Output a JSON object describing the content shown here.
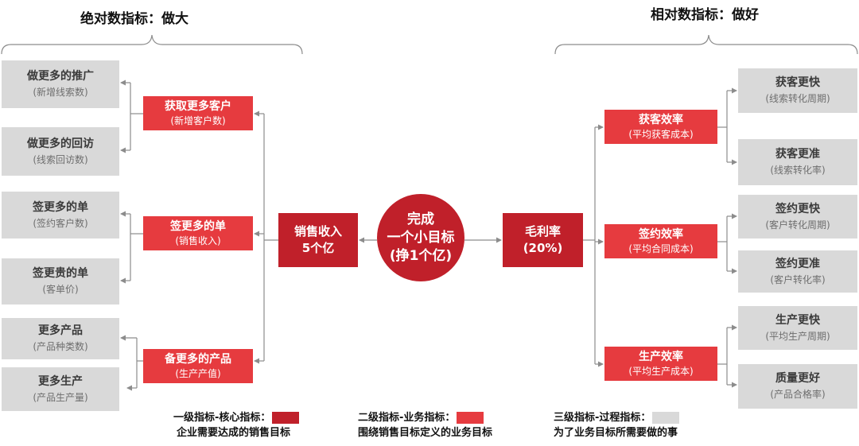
{
  "headings": {
    "left": "绝对数指标：做大",
    "right": "相对数指标：做好"
  },
  "center": {
    "line1": "完成",
    "line2": "一个小目标",
    "line3": "(挣1个亿)"
  },
  "level1": {
    "left": {
      "line1": "销售收入",
      "line2": "5个亿"
    },
    "right": {
      "line1": "毛利率",
      "line2": "(20%)"
    }
  },
  "level2": {
    "left": [
      {
        "title": "获取更多客户",
        "sub": "(新增客户数)"
      },
      {
        "title": "签更多的单",
        "sub": "(销售收入)"
      },
      {
        "title": "备更多的产品",
        "sub": "(生产产值)"
      }
    ],
    "right": [
      {
        "title": "获客效率",
        "sub": "(平均获客成本)"
      },
      {
        "title": "签约效率",
        "sub": "(平均合同成本)"
      },
      {
        "title": "生产效率",
        "sub": "(平均生产成本)"
      }
    ]
  },
  "level3": {
    "left": [
      {
        "title": "做更多的推广",
        "sub": "(新增线索数)"
      },
      {
        "title": "做更多的回访",
        "sub": "(线索回访数)"
      },
      {
        "title": "签更多的单",
        "sub": "(签约客户数)"
      },
      {
        "title": "签更贵的单",
        "sub": "(客单价)"
      },
      {
        "title": "更多产品",
        "sub": "(产品种类数)"
      },
      {
        "title": "更多生产",
        "sub": "(产品生产量)"
      }
    ],
    "right": [
      {
        "title": "获客更快",
        "sub": "(线索转化周期)"
      },
      {
        "title": "获客更准",
        "sub": "(线索转化率)"
      },
      {
        "title": "签约更快",
        "sub": "(客户转化周期)"
      },
      {
        "title": "签约更准",
        "sub": "(客户转化率)"
      },
      {
        "title": "生产更快",
        "sub": "(平均生产周期)"
      },
      {
        "title": "质量更好",
        "sub": "(产品合格率)"
      }
    ]
  },
  "legend": [
    {
      "title": "一级指标-核心指标：",
      "desc": "企业需要达成的销售目标",
      "color": "#c0202a"
    },
    {
      "title": "二级指标-业务指标：",
      "desc": "围绕销售目标定义的业务目标",
      "color": "#e63b3f"
    },
    {
      "title": "三级指标-过程指标：",
      "desc": "为了业务目标所需要做的事",
      "color": "#d9d9d9"
    }
  ],
  "colors": {
    "level1": "#c0202a",
    "level2": "#e63b3f",
    "level3": "#d9d9d9",
    "connector": "#8c8c8c"
  }
}
